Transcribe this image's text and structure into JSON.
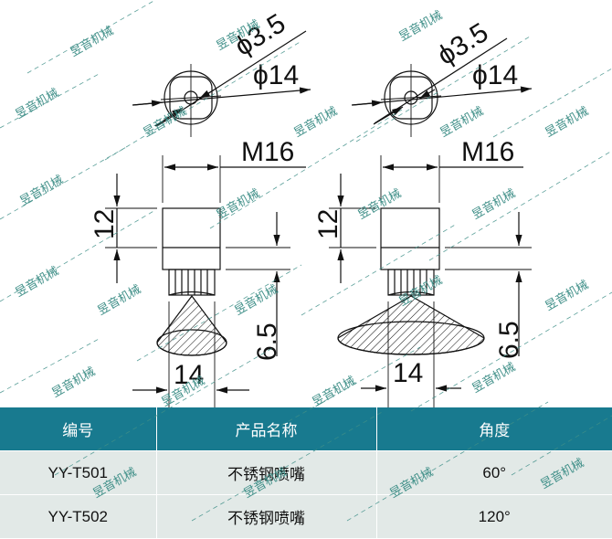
{
  "drawings": [
    {
      "id": "YY-T501",
      "cone_angle": "60°",
      "labels": {
        "inner_diameter": "ϕ3.5",
        "outer_diameter": "ϕ14",
        "thread": "M16",
        "body_height": "12",
        "nozzle_length": "6.5",
        "cone_diameter": "14"
      }
    },
    {
      "id": "YY-T502",
      "cone_angle": "120°",
      "labels": {
        "inner_diameter": "ϕ3.5",
        "outer_diameter": "ϕ14",
        "thread": "M16",
        "body_height": "12",
        "nozzle_length": "6.5",
        "cone_diameter": "14"
      }
    }
  ],
  "table": {
    "headers": [
      "编号",
      "产品名称",
      "角度"
    ],
    "rows": [
      [
        "YY-T501",
        "不锈钢喷嘴",
        "60°"
      ],
      [
        "YY-T502",
        "不锈钢喷嘴",
        "120°"
      ]
    ]
  },
  "watermark": {
    "text": "昱音机械",
    "color": "#3f8f88"
  },
  "colors": {
    "header_bg": "#187a8f",
    "row_bg": "#e2e9e7",
    "line": "#111111"
  }
}
